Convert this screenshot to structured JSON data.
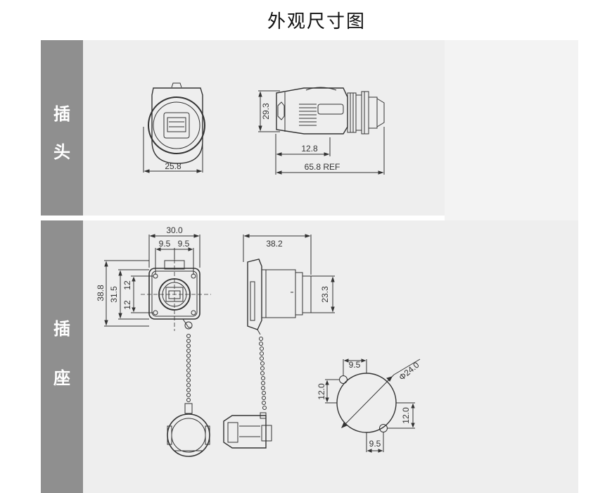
{
  "title": "外观尺寸图",
  "sections": {
    "plug": {
      "label_chars": [
        "插",
        "头"
      ]
    },
    "socket": {
      "label_chars": [
        "插",
        "座"
      ]
    }
  },
  "dimensions": {
    "plug_front_width": "25.8",
    "plug_side_height": "29.3",
    "plug_side_partial": "12.8",
    "plug_side_total": "65.8 REF",
    "socket_width": "30.0",
    "socket_half_left": "9.5",
    "socket_half_right": "9.5",
    "socket_height_outer": "38.8",
    "socket_height_inner": "31.5",
    "socket_half_top": "12",
    "socket_half_bottom": "12",
    "socket_side_depth": "38.2",
    "socket_side_height": "23.3",
    "cutout_top": "9.5",
    "cutout_left": "12.0",
    "cutout_diameter": "Φ24.0",
    "cutout_right": "12.0",
    "cutout_bottom": "9.5"
  },
  "colors": {
    "side_bar": "#8f8f8f",
    "panel": "#eeeeee",
    "line": "#333333"
  }
}
